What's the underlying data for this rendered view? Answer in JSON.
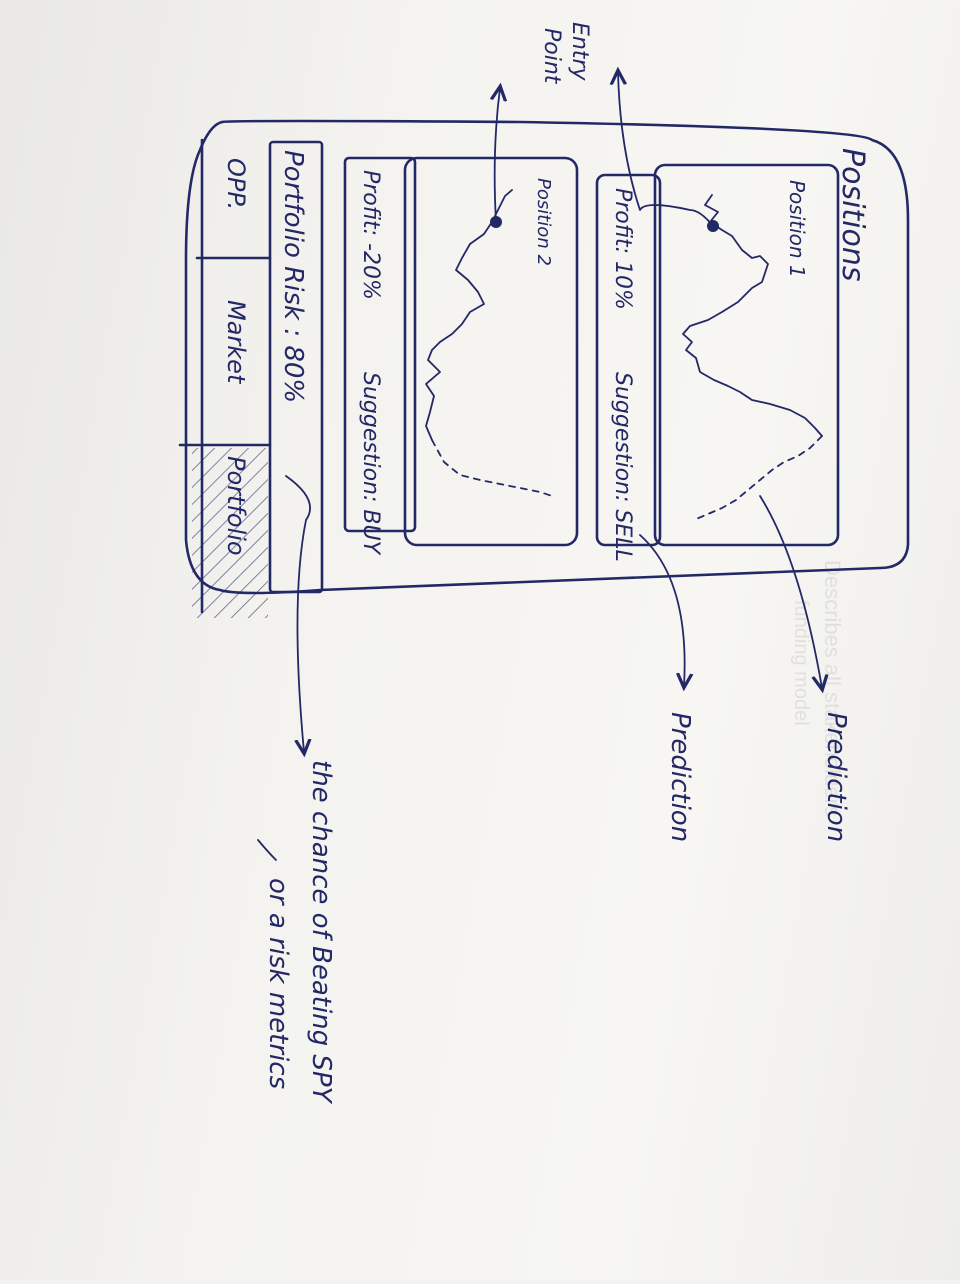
{
  "panel": {
    "title": "Positions"
  },
  "positions": [
    {
      "name": "Position 1",
      "profit_label": "Profit: 10%",
      "suggestion_label": "Suggestion: SELL"
    },
    {
      "name": "Position 2",
      "profit_label": "Profit: -20%",
      "suggestion_label": "Suggestion: BUY"
    }
  ],
  "portfolio_risk": "Portfolio Risk : 80%",
  "tabs": [
    "OPP.",
    "Market",
    "Portfolio"
  ],
  "active_tab": "Portfolio",
  "annotations": {
    "entry_point": [
      "Entry",
      "Point"
    ],
    "prediction_chart": "Prediction",
    "prediction_suggestion": "Prediction",
    "risk_note_line1": "the chance of Beating SPY",
    "risk_note_line2": "or a risk metrics"
  },
  "colors": {
    "ink": "#232866",
    "paper": "#f4f3ef"
  }
}
